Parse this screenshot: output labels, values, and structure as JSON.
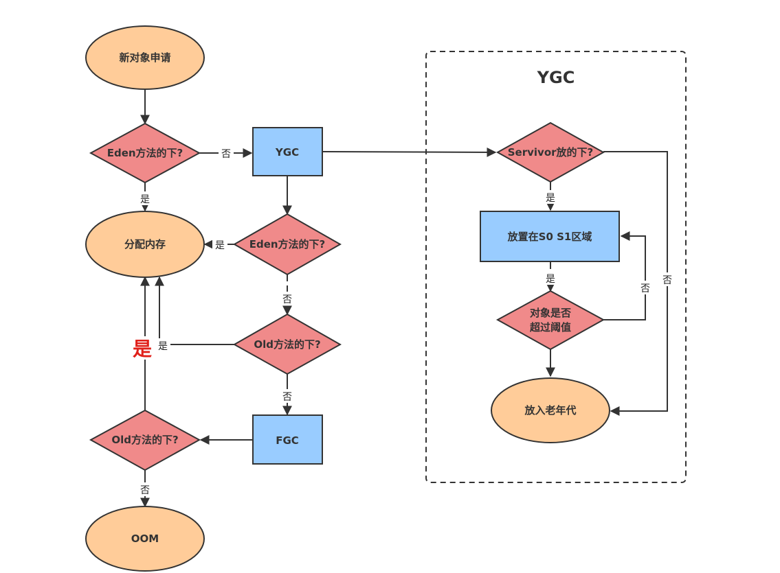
{
  "colors": {
    "terminal_fill": "#ffcc99",
    "decision_fill": "#f08a8a",
    "process_fill": "#99ccff",
    "stroke": "#333333",
    "big_label": "#e0201a"
  },
  "group": {
    "title": "YGC"
  },
  "nodes": {
    "new_object": "新对象申请",
    "eden_check_1": "Eden方法的下?",
    "ygc": "YGC",
    "allocate": "分配内存",
    "eden_check_2": "Eden方法的下?",
    "old_check_1": "Old方法的下?",
    "fgc": "FGC",
    "old_check_2": "Old方法的下?",
    "oom": "OOM",
    "survivor_check": "Servivor放的下?",
    "put_s0_s1": "放置在S0 S1区域",
    "threshold_check_line1": "对象是否",
    "threshold_check_line2": "超过阈值",
    "old_gen": "放入老年代"
  },
  "edge_labels": {
    "eden1_no": "否",
    "eden1_yes": "是",
    "eden2_yes": "是",
    "eden2_no": "否",
    "old1_yes": "是",
    "old1_no": "否",
    "old2_no": "否",
    "old2_yes_big": "是",
    "survivor_yes": "是",
    "survivor_no": "否",
    "s0s1_yes": "是",
    "threshold_no": "否"
  }
}
